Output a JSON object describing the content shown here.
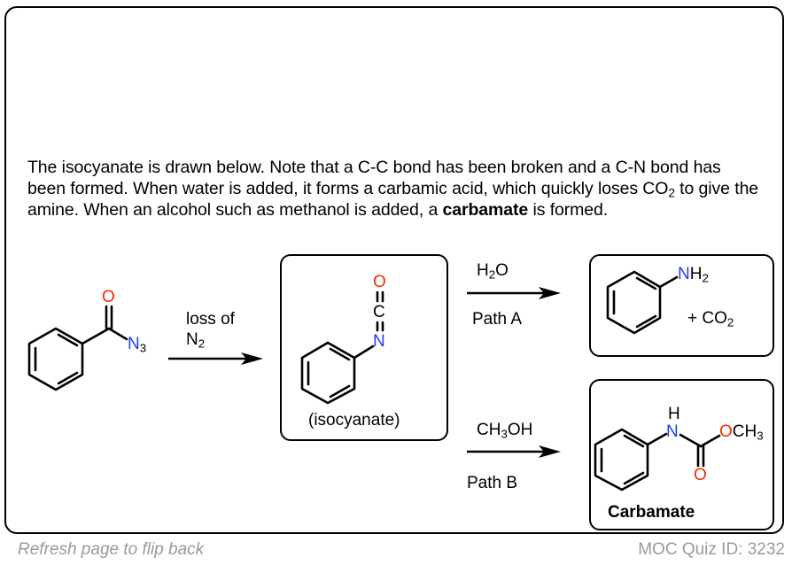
{
  "description": {
    "part1": "The isocyanate is drawn below. Note that a C-C bond has been broken and a C-N bond has been formed. When water is added, it forms a carbamic acid, which quickly loses CO",
    "co2_subscript": "2",
    "part2": " to give the amine. When an alcohol such as methanol is added, a ",
    "bold_term": "carbamate",
    "part3": " is formed."
  },
  "colors": {
    "oxygen": "#f22b00",
    "nitrogen": "#1c3ef5",
    "footer_text": "#9a9a9a"
  },
  "starting_material": {
    "name": "benzoyl azide",
    "oxygen_label": "O",
    "azide_label": "N",
    "azide_subscript": "3"
  },
  "arrow1": {
    "line1": "loss of",
    "line2_main": "N",
    "line2_sub": "2"
  },
  "isocyanate": {
    "o_label": "O",
    "c_label": "C",
    "n_label": "N",
    "caption": "(isocyanate)"
  },
  "path_a": {
    "reagent_main": "H",
    "reagent_sub": "2",
    "reagent_tail": "O",
    "label": "Path A",
    "product": {
      "n_label": "N",
      "h_label": "H",
      "h_sub": "2",
      "byproduct_prefix": "+ CO",
      "byproduct_sub": "2"
    }
  },
  "path_b": {
    "reagent_main": "CH",
    "reagent_sub": "3",
    "reagent_tail": "OH",
    "label": "Path B",
    "product": {
      "h_label": "H",
      "n_label": "N",
      "o_label": "O",
      "ch3_label": "CH",
      "ch3_sub": "3",
      "carbonyl_o": "O",
      "caption": "Carbamate"
    }
  },
  "footer": {
    "flip_hint": "Refresh page to flip back",
    "quiz_id": "MOC Quiz ID: 3232"
  }
}
